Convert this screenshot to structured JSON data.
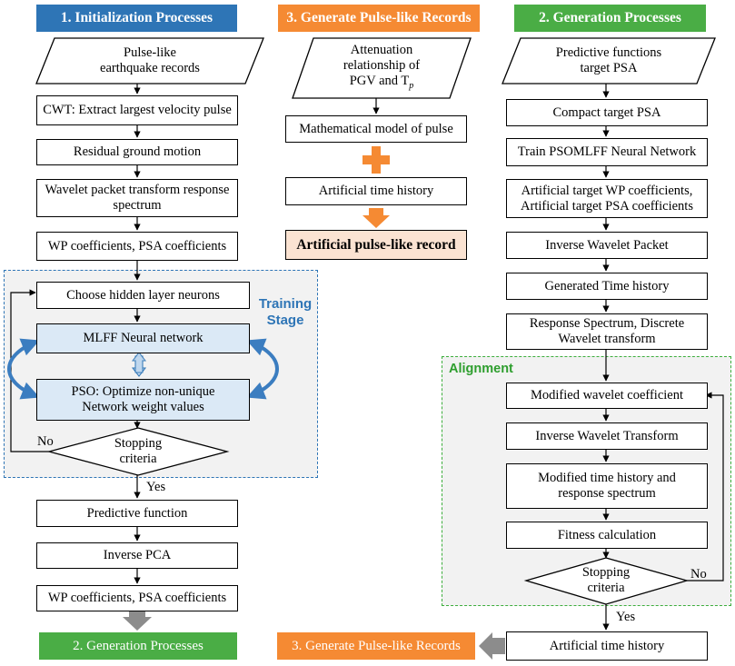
{
  "colors": {
    "blue": "#2e75b6",
    "green": "#4aad45",
    "orange": "#f58a33",
    "gray": "#8c8c8c"
  },
  "banners": {
    "init": "1. Initialization Processes",
    "pulse": "3. Generate Pulse-like Records",
    "gen": "2. Generation Processes",
    "bottom_gen": "2. Generation Processes",
    "bottom_pulse": "3. Generate Pulse-like Records"
  },
  "left": {
    "records": [
      "Pulse-like",
      "earthquake records"
    ],
    "cwt": "CWT: Extract largest velocity pulse",
    "residual": "Residual ground motion",
    "wpt": [
      "Wavelet packet transform response",
      "spectrum"
    ],
    "wp1": "WP coefficients, PSA coefficients",
    "hidden": "Choose hidden layer neurons",
    "mlff": "MLFF Neural network",
    "pso": [
      "PSO: Optimize non-unique",
      "Network weight values"
    ],
    "stopping": [
      "Stopping",
      "criteria"
    ],
    "predictive": "Predictive function",
    "inverse_pca": "Inverse PCA",
    "wp2": "WP coefficients, PSA coefficients",
    "training_label": [
      "Training",
      "Stage"
    ],
    "no": "No",
    "yes": "Yes"
  },
  "middle": {
    "attenuation": [
      "Attenuation",
      "relationship of",
      "PGV and T"
    ],
    "tp_sub": "p",
    "math_model": "Mathematical model of pulse",
    "artificial_th": "Artificial time history",
    "record": "Artificial pulse-like record"
  },
  "right": {
    "predictive": [
      "Predictive functions",
      "target PSA"
    ],
    "compact": "Compact target PSA",
    "train": "Train PSOMLFF Neural Network",
    "artificial_coef": [
      "Artificial target WP coefficients,",
      "Artificial target PSA coefficients"
    ],
    "inverse_wp": "Inverse Wavelet Packet",
    "generated": "Generated Time history",
    "response": [
      "Response Spectrum, Discrete",
      "Wavelet transform"
    ],
    "alignment_label": "Alignment",
    "modified_coef": "Modified wavelet coefficient",
    "inverse_wt": "Inverse Wavelet Transform",
    "modified_th": [
      "Modified time history and",
      "response spectrum"
    ],
    "fitness": "Fitness calculation",
    "stopping": [
      "Stopping",
      "criteria"
    ],
    "no": "No",
    "yes": "Yes",
    "artificial_th": "Artificial time history"
  }
}
